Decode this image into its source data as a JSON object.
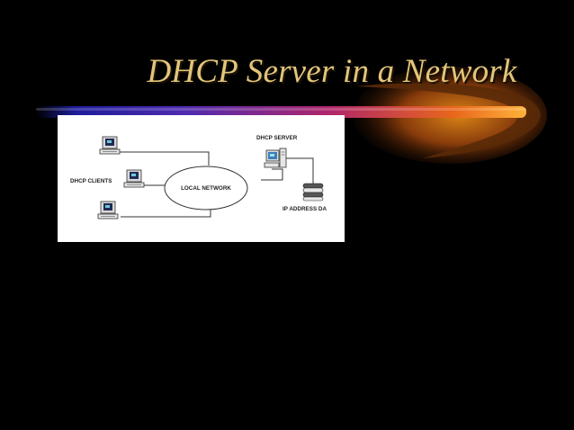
{
  "slide": {
    "title": "DHCP Server in a Network",
    "colors": {
      "background": "#000000",
      "title": "#e2c57a",
      "bar_start": "#2b2bd0",
      "bar_mid": "#b0266a",
      "bar_end": "#ff9a1a"
    }
  },
  "diagram": {
    "server_label": "DHCP SERVER",
    "clients_label": "DHCP CLIENTS",
    "network_label": "LOCAL NETWORK",
    "database_label": "IP ADDRESS DA",
    "icons": [
      "computer-icon",
      "server-icon",
      "database-icon",
      "network-cloud"
    ]
  }
}
